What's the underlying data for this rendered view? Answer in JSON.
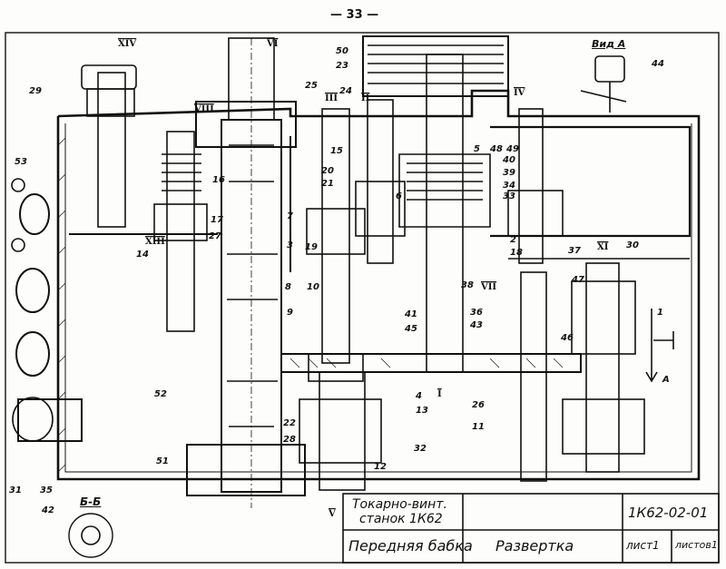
{
  "page_number": "— 33 —",
  "view_a_label": "Вид А",
  "section_label": "Б-Б",
  "title_block": {
    "machine_line1": "Токарно-винт.",
    "machine_line2": "станок 1К62",
    "assembly": "Передняя бабка",
    "drawing_type": "Развертка",
    "code": "1К62-02-01",
    "sheet": "лист1",
    "sheets": "листов1"
  },
  "roman_labels": [
    "XIV",
    "VI",
    "VIII",
    "III",
    "II",
    "IV",
    "XIII",
    "VII",
    "XI",
    "I",
    "V"
  ],
  "arrow_label": "A",
  "part_numbers": [
    "50",
    "23",
    "44",
    "29",
    "25",
    "24",
    "15",
    "5",
    "48",
    "49",
    "40",
    "39",
    "34",
    "33",
    "53",
    "16",
    "20",
    "21",
    "6",
    "17",
    "7",
    "2",
    "18",
    "37",
    "30",
    "27",
    "3",
    "19",
    "14",
    "47",
    "10",
    "8",
    "9",
    "41",
    "45",
    "38",
    "36",
    "43",
    "46",
    "1",
    "52",
    "4",
    "13",
    "26",
    "22",
    "11",
    "28",
    "32",
    "12",
    "31",
    "35",
    "42",
    "51"
  ]
}
